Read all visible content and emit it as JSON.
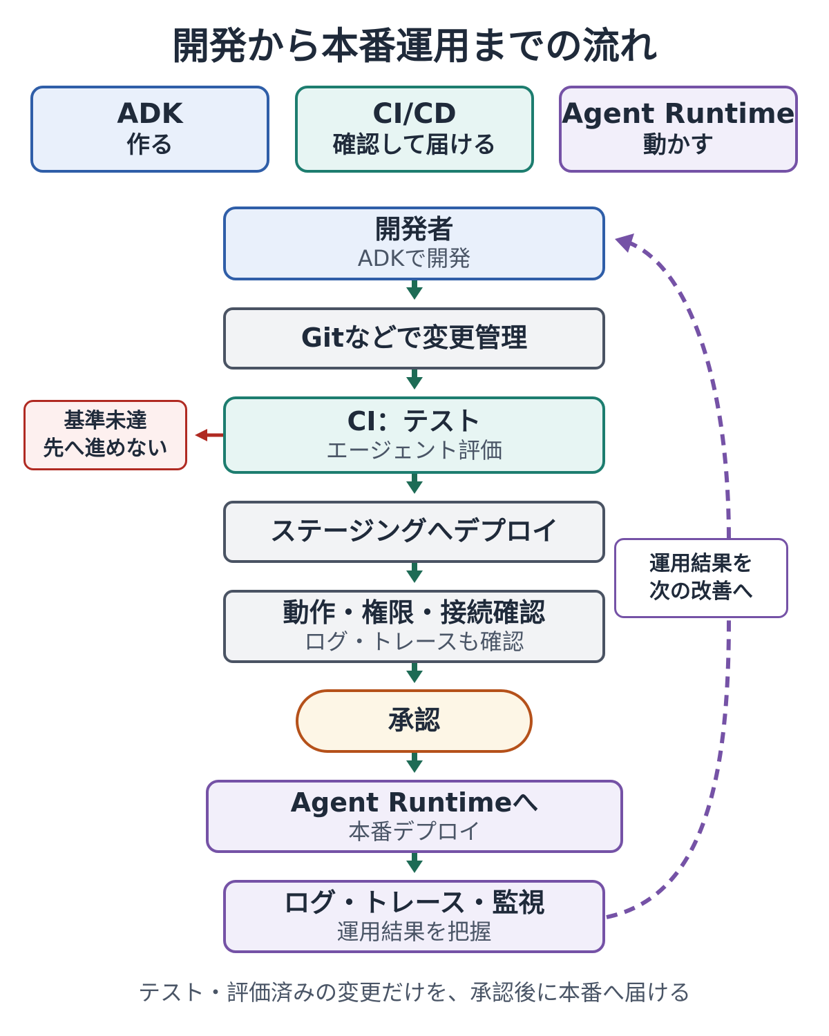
{
  "title": "開発から本番運用までの流れ",
  "legend": [
    {
      "title": "ADK",
      "subtitle": "作る",
      "color": "#2f5ea8"
    },
    {
      "title": "CI/CD",
      "subtitle": "確認して届ける",
      "color": "#1d7d6f"
    },
    {
      "title": "Agent Runtime",
      "subtitle": "動かす",
      "color": "#7552a6"
    }
  ],
  "flow": [
    {
      "title": "開発者",
      "subtitle": "ADKで開発"
    },
    {
      "title": "Gitなどで変更管理"
    },
    {
      "title": "CI：テスト",
      "subtitle": "エージェント評価"
    },
    {
      "title": "ステージングへデプロイ"
    },
    {
      "title": "動作・権限・接続確認",
      "subtitle": "ログ・トレースも確認"
    },
    {
      "title": "承認"
    },
    {
      "title": "Agent Runtimeへ",
      "subtitle": "本番デプロイ"
    },
    {
      "title": "ログ・トレース・監視",
      "subtitle": "運用結果を把握"
    }
  ],
  "reject_note": {
    "line1": "基準未達",
    "line2": "先へ進めない"
  },
  "feedback_note": {
    "line1": "運用結果を",
    "line2": "次の改善へ"
  },
  "footer": "テスト・評価済みの変更だけを、承認後に本番へ届ける",
  "colors": {
    "flow_arrow": "#1d6b55",
    "reject_arrow": "#b02a22",
    "feedback_arrow": "#7552a6"
  }
}
